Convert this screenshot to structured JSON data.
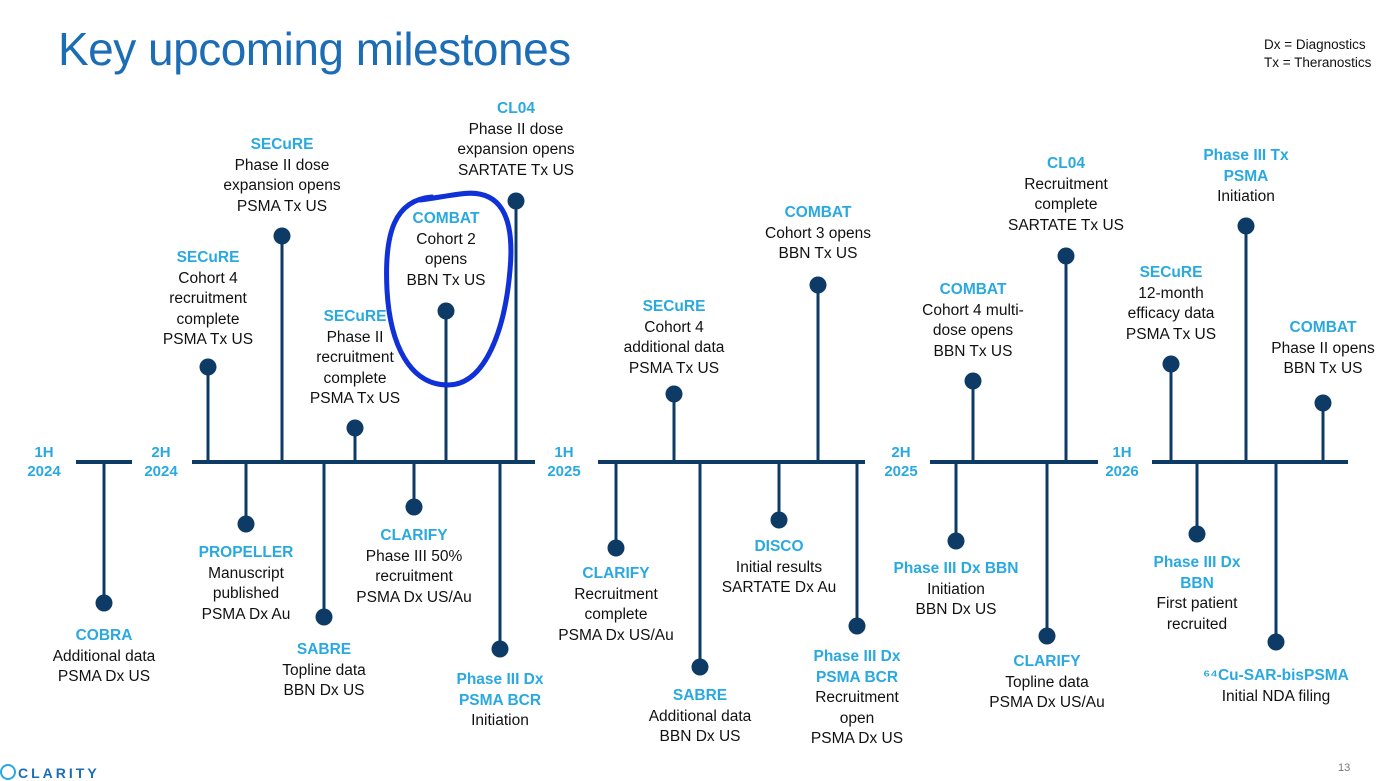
{
  "title": "Key upcoming milestones",
  "legend": [
    "Dx = Diagnostics",
    "Tx = Theranostics"
  ],
  "colors": {
    "title": "#1c6db5",
    "name": "#2aa9e0",
    "line": "#0d3b66",
    "highlight": "#1030d8"
  },
  "periods": [
    {
      "line1": "1H",
      "line2": "2024"
    },
    {
      "line1": "2H",
      "line2": "2024"
    },
    {
      "line1": "1H",
      "line2": "2025"
    },
    {
      "line1": "2H",
      "line2": "2025"
    },
    {
      "line1": "1H",
      "line2": "2026"
    }
  ],
  "milestones": [
    {
      "name": "COBRA",
      "lines": [
        "Additional data",
        "PSMA Dx US"
      ]
    },
    {
      "name": "SECuRE",
      "lines": [
        "Cohort 4",
        "recruitment",
        "complete",
        "PSMA Tx US"
      ]
    },
    {
      "name": "PROPELLER",
      "lines": [
        "Manuscript",
        "published",
        "PSMA Dx Au"
      ]
    },
    {
      "name": "SECuRE",
      "lines": [
        "Phase II dose",
        "expansion opens",
        "PSMA Tx US"
      ]
    },
    {
      "name": "SABRE",
      "lines": [
        "Topline data",
        "BBN Dx US"
      ]
    },
    {
      "name": "SECuRE",
      "lines": [
        "Phase II",
        "recruitment",
        "complete",
        "PSMA Tx US"
      ]
    },
    {
      "name": "CLARIFY",
      "lines": [
        "Phase III 50%",
        "recruitment",
        "PSMA Dx US/Au"
      ]
    },
    {
      "name": "COMBAT",
      "lines": [
        "Cohort 2",
        "opens",
        "BBN Tx US"
      ]
    },
    {
      "name": "Phase III Dx PSMA BCR",
      "lines": [
        "Initiation"
      ]
    },
    {
      "name": "CL04",
      "lines": [
        "Phase II dose",
        "expansion opens",
        "SARTATE Tx US"
      ]
    },
    {
      "name": "CLARIFY",
      "lines": [
        "Recruitment",
        "complete",
        "PSMA Dx US/Au"
      ]
    },
    {
      "name": "SECuRE",
      "lines": [
        "Cohort 4",
        "additional data",
        "PSMA Tx US"
      ]
    },
    {
      "name": "SABRE",
      "lines": [
        "Additional data",
        "BBN Dx US"
      ]
    },
    {
      "name": "DISCO",
      "lines": [
        "Initial results",
        "SARTATE Dx Au"
      ]
    },
    {
      "name": "COMBAT",
      "lines": [
        "Cohort 3 opens",
        "BBN Tx US"
      ]
    },
    {
      "name": "Phase III Dx PSMA BCR",
      "lines": [
        "Recruitment",
        "open",
        "PSMA Dx US"
      ]
    },
    {
      "name": "Phase III Dx BBN",
      "lines": [
        "Initiation",
        "BBN Dx US"
      ]
    },
    {
      "name": "COMBAT",
      "lines": [
        "Cohort 4 multi-",
        "dose opens",
        "BBN Tx US"
      ]
    },
    {
      "name": "CLARIFY",
      "lines": [
        "Topline data",
        "PSMA Dx US/Au"
      ]
    },
    {
      "name": "CL04",
      "lines": [
        "Recruitment",
        "complete",
        "SARTATE Tx US"
      ]
    },
    {
      "name": "SECuRE",
      "lines": [
        "12-month",
        "efficacy data",
        "PSMA Tx US"
      ]
    },
    {
      "name": "Phase III Dx BBN",
      "lines": [
        "First patient",
        "recruited"
      ]
    },
    {
      "name": "Phase III Tx PSMA",
      "lines": [
        "Initiation"
      ]
    },
    {
      "name": "⁶⁴Cu-SAR-bisPSMA",
      "lines": [
        "Initial NDA filing"
      ]
    },
    {
      "name": "COMBAT",
      "lines": [
        "Phase II opens",
        "BBN Tx US"
      ]
    }
  ],
  "footer": {
    "logo": "CLARITY",
    "page": "13"
  }
}
